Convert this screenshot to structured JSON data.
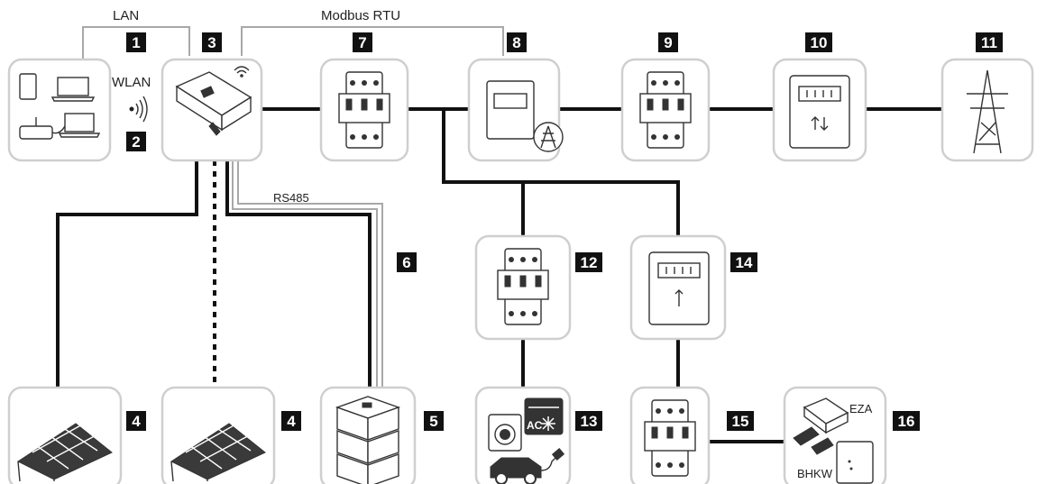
{
  "connections": {
    "lan": "LAN",
    "wlan": "WLAN",
    "modbus": "Modbus RTU",
    "rs485": "RS485"
  },
  "badges": {
    "b1": "1",
    "b2": "2",
    "b3": "3",
    "b4a": "4",
    "b4b": "4",
    "b5": "5",
    "b6": "6",
    "b7": "7",
    "b8": "8",
    "b9": "9",
    "b10": "10",
    "b11": "11",
    "b12": "12",
    "b13": "13",
    "b14": "14",
    "b15": "15",
    "b16": "16"
  },
  "components": {
    "ac_label": "AC",
    "eza_label": "EZA",
    "bhkw_label": "BHKW"
  },
  "colors": {
    "power_line": "#111111",
    "comm_line": "#a8a8a8",
    "box_border": "#cfcfcf",
    "badge": "#111111"
  }
}
